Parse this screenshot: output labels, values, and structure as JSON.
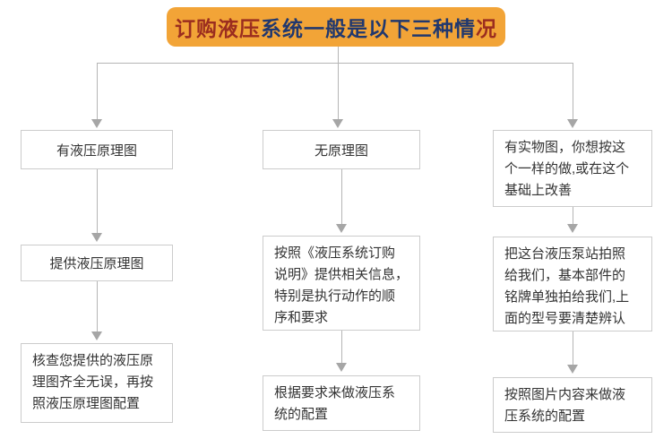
{
  "theme": {
    "header_bg": "#F2A437",
    "title_red": "#9B2D1F",
    "title_navy": "#21386E",
    "box_border": "#CCCCCC",
    "box_text": "#333333",
    "line_color": "#B5B5B5",
    "arrow_color": "#A6A6A6",
    "page_bg": "#FFFFFF"
  },
  "header": {
    "segments": [
      {
        "text": "订购液压",
        "color": "#9B2D1F"
      },
      {
        "text": "系统一般是以下三种情",
        "color": "#21386E"
      },
      {
        "text": "况",
        "color": "#9B2D1F"
      }
    ]
  },
  "columns": [
    {
      "boxes": [
        "有液压原理图",
        "提供液压原理图",
        "核查您提供的液压原\n理图齐全无误，再按\n照液压原理图配置"
      ]
    },
    {
      "boxes": [
        "无原理图",
        "按照《液压系统订购\n说明》提供相关信息，\n特别是执行动作的顺\n序和要求",
        "根据要求来做液压系\n统的配置"
      ]
    },
    {
      "boxes": [
        "有实物图，你想按这\n个一样的做,或在这个\n基础上改善",
        "把这台液压泵站拍照\n给我们，基本部件的\n铭牌单独拍给我们,上\n面的型号要清楚辨认",
        "按照图片内容来做液\n压系统的配置"
      ]
    }
  ]
}
